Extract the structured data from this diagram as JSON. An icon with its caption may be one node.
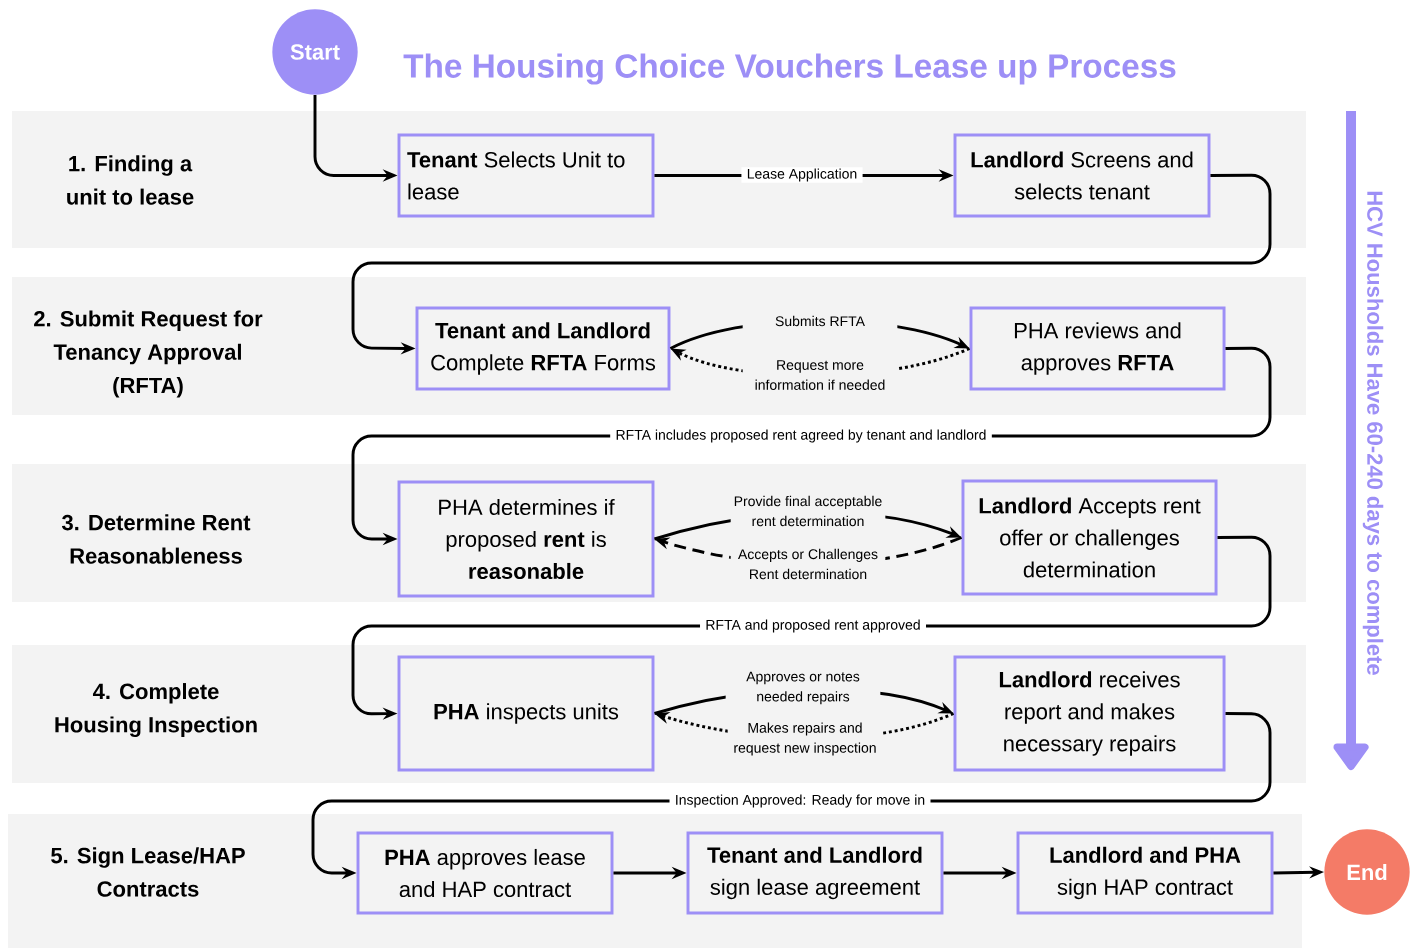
{
  "diagram": {
    "title": "The Housing Choice Vouchers Lease up Process",
    "nodes": [
      {
        "text": [
          "Start"
        ]
      },
      {
        "text": [
          "1. Finding a unit to lease"
        ]
      },
      {
        "text": [
          "**Tenant** Selects Unit to lease"
        ],
        "in": 1
      },
      {
        "text": [
          "**Landlord** Screens and selects tenant"
        ],
        "in": 1
      },
      {
        "text": [
          "2. Submit Request for Tenancy Approval (RFTA)"
        ]
      },
      {
        "text": [
          "**Tenant and Landlord** Complete **RFTA** Forms"
        ],
        "in": 4
      },
      {
        "text": [
          "PHA reviews and approves **RFTA**"
        ],
        "in": 4
      },
      {
        "text": [
          "3. Determine Rent Reasonableness"
        ]
      },
      {
        "text": [
          "PHA determines if proposed **rent** is **reasonable**"
        ],
        "in": 7
      },
      {
        "text": [
          "**Landlord** Accepts rent offer or challenges determination"
        ],
        "in": 7
      },
      {
        "text": [
          "4. Complete Housing Inspection"
        ]
      },
      {
        "text": [
          "**PHA** inspects units"
        ],
        "in": 10
      },
      {
        "text": [
          "**Landlord** receives report and makes necessary repairs"
        ],
        "in": 10
      },
      {
        "text": [
          "5. Sign Lease/HAP Contracts"
        ]
      },
      {
        "text": [
          "**PHA** approves lease and HAP contract"
        ],
        "in": 13
      },
      {
        "text": [
          "**Tenant and Landlord** sign lease agreement"
        ],
        "in": 13
      },
      {
        "text": [
          "**Landlord and PHA** sign HAP contract"
        ],
        "in": 13
      },
      {
        "text": [
          "End"
        ]
      }
    ],
    "edges": [
      {
        "from": 0,
        "to": 2,
        "arrow": "to"
      },
      {
        "from": 2,
        "to": 3,
        "arrow": "to",
        "label": "Lease Application"
      },
      {
        "from": 3,
        "to": 5,
        "arrow": "to"
      },
      {
        "from": 5,
        "to": 6,
        "arrow": "to",
        "label": "Submits RFTA"
      },
      {
        "from": 6,
        "to": 5,
        "arrow": "to",
        "style": "dashed",
        "label": "Request more information if needed"
      },
      {
        "from": 6,
        "to": 8,
        "arrow": "to",
        "label": "RFTA includes proposed rent agreed by tenant and landlord"
      },
      {
        "from": 8,
        "to": 9,
        "arrow": "to",
        "label": "Provide final acceptable rent determination"
      },
      {
        "from": 9,
        "to": 8,
        "arrow": "to",
        "style": "dashed",
        "label": "Accepts or Challenges Rent determination"
      },
      {
        "from": 9,
        "to": 11,
        "arrow": "to",
        "label": "RFTA and proposed rent approved"
      },
      {
        "from": 11,
        "to": 12,
        "arrow": "to",
        "label": "Approves or notes needed repairs"
      },
      {
        "from": 12,
        "to": 11,
        "arrow": "to",
        "style": "dashed",
        "label": "Makes repairs and request new inspection"
      },
      {
        "from": 12,
        "to": 14,
        "arrow": "to",
        "label": "Inspection Approved: Ready for move in"
      },
      {
        "from": 14,
        "to": 15,
        "arrow": "to"
      },
      {
        "from": 15,
        "to": 16,
        "arrow": "to"
      },
      {
        "from": 16,
        "to": 17,
        "arrow": "to"
      }
    ],
    "labels": [
      "HCV Housholds Have 60-240 days to complete"
    ]
  }
}
